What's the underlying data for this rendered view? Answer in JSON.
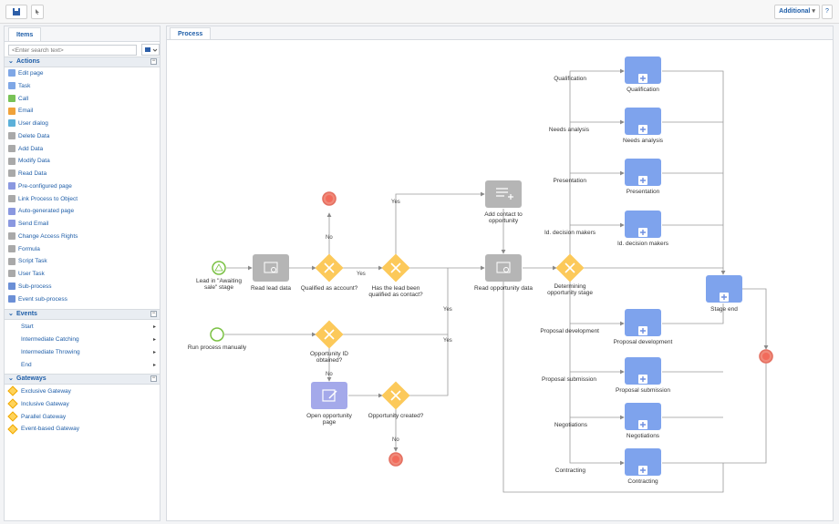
{
  "toolbar": {
    "additional_label": "Additional",
    "help_label": "?"
  },
  "panel": {
    "tab_label": "Items",
    "search_placeholder": "<Enter search text>",
    "sections": {
      "actions": "Actions",
      "events": "Events",
      "gateways": "Gateways"
    },
    "actions": [
      {
        "label": "Edit page",
        "color": "#7fa7e6"
      },
      {
        "label": "Task",
        "color": "#7fa7e6"
      },
      {
        "label": "Call",
        "color": "#78c257"
      },
      {
        "label": "Email",
        "color": "#f0a23a"
      },
      {
        "label": "User dialog",
        "color": "#5cb0d9"
      },
      {
        "label": "Delete Data",
        "color": "#a9a9a9"
      },
      {
        "label": "Add Data",
        "color": "#a9a9a9"
      },
      {
        "label": "Modify Data",
        "color": "#a9a9a9"
      },
      {
        "label": "Read Data",
        "color": "#a9a9a9"
      },
      {
        "label": "Pre-configured page",
        "color": "#8a98e0"
      },
      {
        "label": "Link Process to Object",
        "color": "#a9a9a9"
      },
      {
        "label": "Auto-generated page",
        "color": "#8a98e0"
      },
      {
        "label": "Send Email",
        "color": "#8a98e0"
      },
      {
        "label": "Change Access Rights",
        "color": "#a9a9a9"
      },
      {
        "label": "Formula",
        "color": "#a9a9a9"
      },
      {
        "label": "Script Task",
        "color": "#a9a9a9"
      },
      {
        "label": "User Task",
        "color": "#a9a9a9"
      },
      {
        "label": "Sub-process",
        "color": "#6b8fd6"
      },
      {
        "label": "Event sub-process",
        "color": "#6b8fd6"
      }
    ],
    "events": [
      "Start",
      "Intermediate Catching",
      "Intermediate Throwing",
      "End"
    ],
    "gateways": [
      "Exclusive Gateway",
      "Inclusive Gateway",
      "Parallel Gateway",
      "Event-based Gateway"
    ]
  },
  "canvas": {
    "tab_label": "Process",
    "labels": {
      "lead_start": [
        "Lead in \"Awaiting",
        "sale\" stage"
      ],
      "read_lead": "Read lead data",
      "qualified": "Qualified as account?",
      "has_lead": [
        "Has the lead been",
        "qualified as contact?"
      ],
      "add_contact": [
        "Add contact to",
        "opportunity"
      ],
      "read_opp": "Read opportunity data",
      "determining": [
        "Determining",
        "opportunity stage"
      ],
      "run_manual": "Run process manually",
      "opp_id": [
        "Opportunity ID",
        "obtained?"
      ],
      "open_opp": [
        "Open opportunity",
        "page"
      ],
      "opp_created": "Opportunity created?",
      "stage_end": "Stage end",
      "yes": "Yes",
      "no": "No"
    },
    "stages": [
      "Qualification",
      "Needs analysis",
      "Presentation",
      "Id. decision makers",
      "Proposal development",
      "Proposal submission",
      "Negotiations",
      "Contracting"
    ]
  }
}
